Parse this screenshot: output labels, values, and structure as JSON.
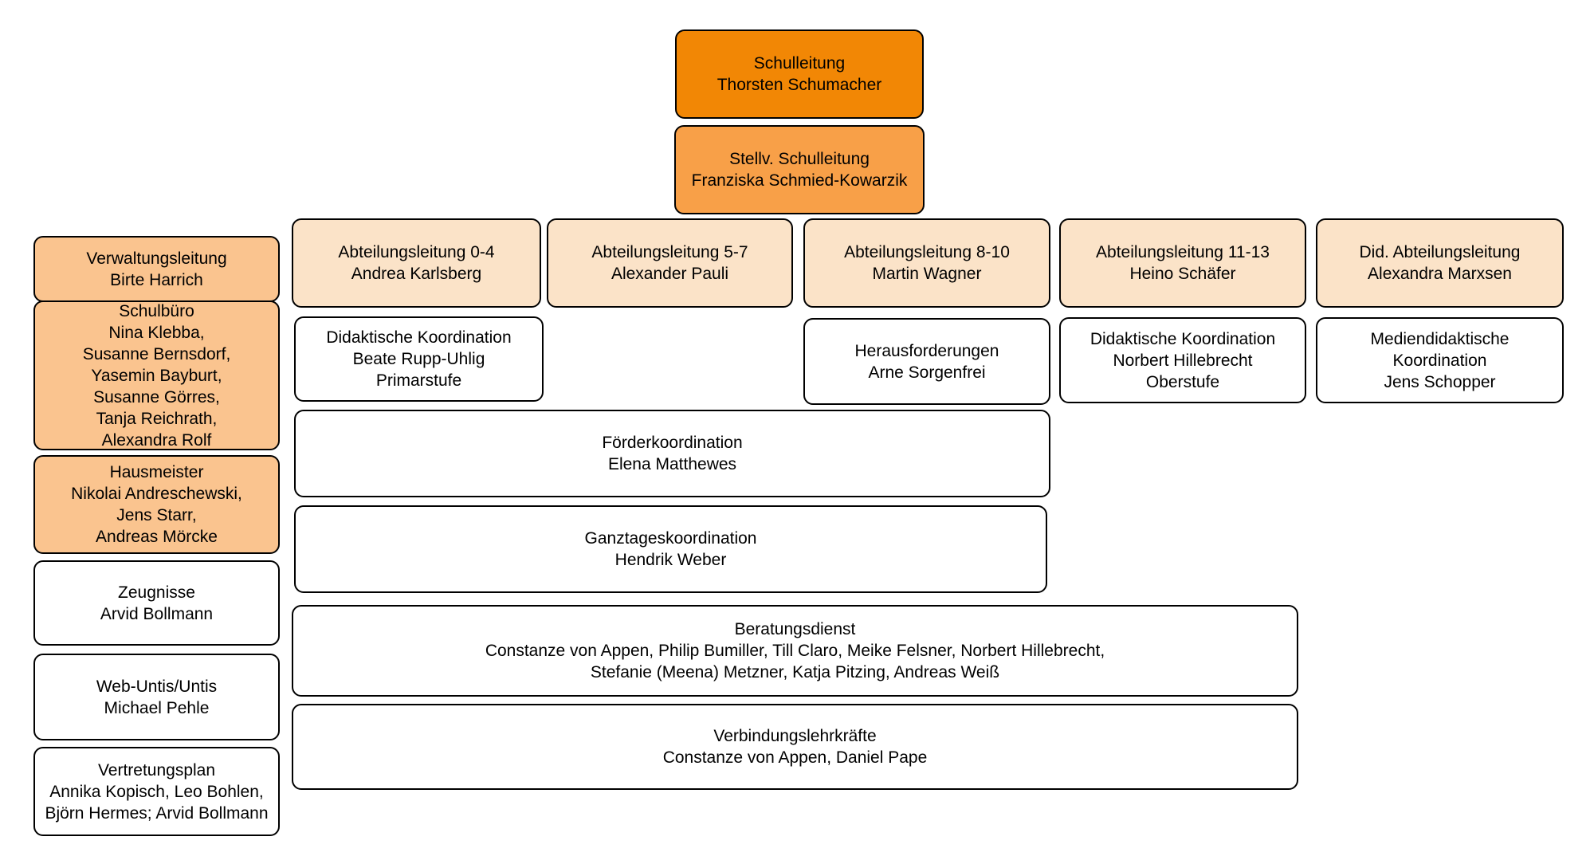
{
  "diagram": {
    "type": "organizational-chart",
    "language": "de"
  },
  "colors": {
    "schulleitung_fill": "#F28705",
    "stellv_fill": "#F8A048",
    "verwaltung_fill": "#FAC48F",
    "abteilung_fill": "#FBE3C8",
    "plain_fill": "#FFFFFF",
    "border": "#000000",
    "text": "#000000"
  },
  "nodes": {
    "schulleitung": {
      "role": "Schulleitung",
      "people": "Thorsten Schumacher"
    },
    "stellv": {
      "role": "Stellv. Schulleitung",
      "people": "Franziska Schmied-Kowarzik"
    },
    "verwaltung": {
      "role": "Verwaltungsleitung",
      "people": "Birte Harrich"
    },
    "schulbuero": {
      "role": "Schulbüro",
      "people": "Nina Klebba,\nSusanne Bernsdorf,\nYasemin Bayburt,\nSusanne Görres,\nTanja Reichrath,\nAlexandra Rolf"
    },
    "hausmeister": {
      "role": "Hausmeister",
      "people": "Nikolai Andreschewski,\nJens Starr,\nAndreas Mörcke"
    },
    "zeugnisse": {
      "role": "Zeugnisse",
      "people": "Arvid Bollmann"
    },
    "webuntis": {
      "role": "Web-Untis/Untis",
      "people": "Michael Pehle"
    },
    "vertretungsplan": {
      "role": "Vertretungsplan",
      "people": "Annika Kopisch, Leo Bohlen,\nBjörn Hermes; Arvid Bollmann"
    },
    "abt04": {
      "role": "Abteilungsleitung 0-4",
      "people": "Andrea Karlsberg"
    },
    "abt57": {
      "role": "Abteilungsleitung 5-7",
      "people": "Alexander Pauli"
    },
    "abt810": {
      "role": "Abteilungsleitung 8-10",
      "people": "Martin Wagner"
    },
    "abt1113": {
      "role": "Abteilungsleitung 11-13",
      "people": "Heino Schäfer"
    },
    "didabt": {
      "role": "Did. Abteilungsleitung",
      "people": "Alexandra Marxsen"
    },
    "didkoord_prim": {
      "role": "Didaktische Koordination",
      "people": "Beate Rupp-Uhlig",
      "note": "Primarstufe"
    },
    "herausforderungen": {
      "role": "Herausforderungen",
      "people": "Arne Sorgenfrei"
    },
    "didkoord_ober": {
      "role": "Didaktische Koordination",
      "people": "Norbert Hillebrecht",
      "note": "Oberstufe"
    },
    "medien": {
      "role": "Mediendidaktische\nKoordination",
      "people": "Jens Schopper"
    },
    "foerder": {
      "role": "Förderkoordination",
      "people": "Elena Matthewes"
    },
    "ganztag": {
      "role": "Ganztageskoordination",
      "people": "Hendrik Weber"
    },
    "beratung": {
      "role": "Beratungsdienst",
      "people": "Constanze von Appen, Philip Bumiller, Till Claro, Meike Felsner, Norbert Hillebrecht,\nStefanie (Meena) Metzner, Katja Pitzing, Andreas Weiß"
    },
    "verbindung": {
      "role": "Verbindungslehrkräfte",
      "people": "Constanze von Appen, Daniel Pape"
    }
  }
}
